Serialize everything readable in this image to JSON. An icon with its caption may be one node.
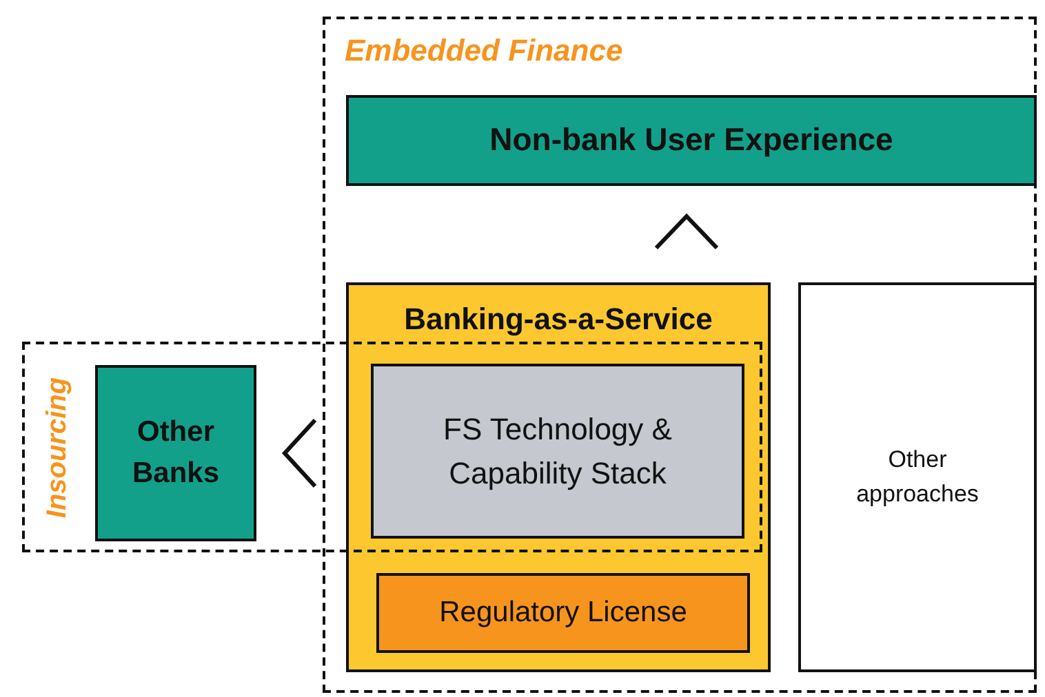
{
  "diagram": {
    "nodes": [
      {
        "text": [
          "Embedded Finance"
        ]
      },
      {
        "text": [
          "Non-bank User Experience"
        ],
        "in": 0
      },
      {
        "text": [
          "Banking-as-a-Service"
        ],
        "in": 0
      },
      {
        "text": [
          "FS Technology & Capability Stack"
        ]
      },
      {
        "text": [
          "Regulatory License"
        ],
        "in": 2
      },
      {
        "text": [
          "Other approaches"
        ],
        "in": 0
      },
      {
        "text": [
          "Insourcing"
        ]
      },
      {
        "text": [
          "Other Banks"
        ],
        "in": 6
      }
    ],
    "edges": [
      {
        "from": 2,
        "to": 1,
        "arrow": "to"
      },
      {
        "from": 2,
        "to": 7,
        "arrow": "to"
      }
    ]
  }
}
